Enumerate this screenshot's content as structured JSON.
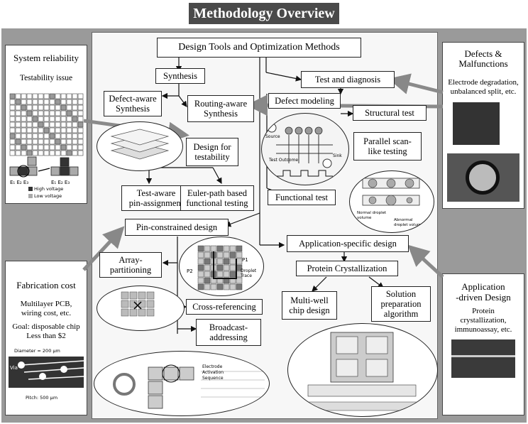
{
  "title": "Methodology Overview",
  "left_top": {
    "title": "System reliability",
    "subtitle": "Testability issue",
    "legend_high": "High voltage",
    "legend_low": "Low voltage"
  },
  "left_bottom": {
    "title": "Fabrication cost",
    "text1": "Multilayer PCB,",
    "text2": "wiring cost, etc.",
    "text3": "Goal: disposable chip",
    "text4": "Less than $2",
    "diameter": "Diameter = 200 μm",
    "pitch": "Pitch: 500 μm",
    "via": "Via"
  },
  "right_top": {
    "title1": "Defects &",
    "title2": "Malfunctions",
    "text1": "Electrode degradation,",
    "text2": "unbalanced split, etc."
  },
  "right_bottom": {
    "title1": "Application",
    "title2": "-driven Design",
    "text1": "Protein",
    "text2": "crystallization,",
    "text3": "immunoassay, etc."
  },
  "boxes": {
    "design_tools": "Design Tools and Optimization Methods",
    "synthesis": "Synthesis",
    "test_diagnosis": "Test and diagnosis",
    "defect_aware_1": "Defect-aware",
    "defect_aware_2": "Synthesis",
    "routing_aware_1": "Routing-aware",
    "routing_aware_2": "Synthesis",
    "defect_modeling": "Defect modeling",
    "structural_test": "Structural test",
    "parallel_1": "Parallel scan-",
    "parallel_2": "like testing",
    "dft_1": "Design for",
    "dft_2": "testability",
    "test_aware_1": "Test-aware",
    "test_aware_2": "pin-assignment",
    "euler_1": "Euler-path based",
    "euler_2": "functional testing",
    "functional_test": "Functional test",
    "pin_constrained": "Pin-constrained design",
    "app_specific": "Application-specific design",
    "array_1": "Array-",
    "array_2": "partitioning",
    "protein": "Protein Crystallization",
    "multiwell_1": "Multi-well",
    "multiwell_2": "chip design",
    "solution_1": "Solution",
    "solution_2": "preparation",
    "solution_3": "algorithm",
    "cross_ref": "Cross-referencing",
    "broadcast_1": "Broadcast-",
    "broadcast_2": "addressing"
  },
  "small_labels": {
    "source": "Source",
    "sink": "Sink",
    "test_outcome": "Test Outcome",
    "p1": "P1",
    "p2": "P2",
    "droplet_trace": "Droplet Trace",
    "normal_droplet": "Normal droplet volume",
    "abnormal_droplet": "Abnormal droplet volume",
    "electrode": "Electrode",
    "activation": "Activation",
    "sequence": "Sequence"
  },
  "colors": {
    "banner": "#4a4a4a",
    "frame": "#9a9a9a",
    "arrow": "#8a8a8a"
  }
}
